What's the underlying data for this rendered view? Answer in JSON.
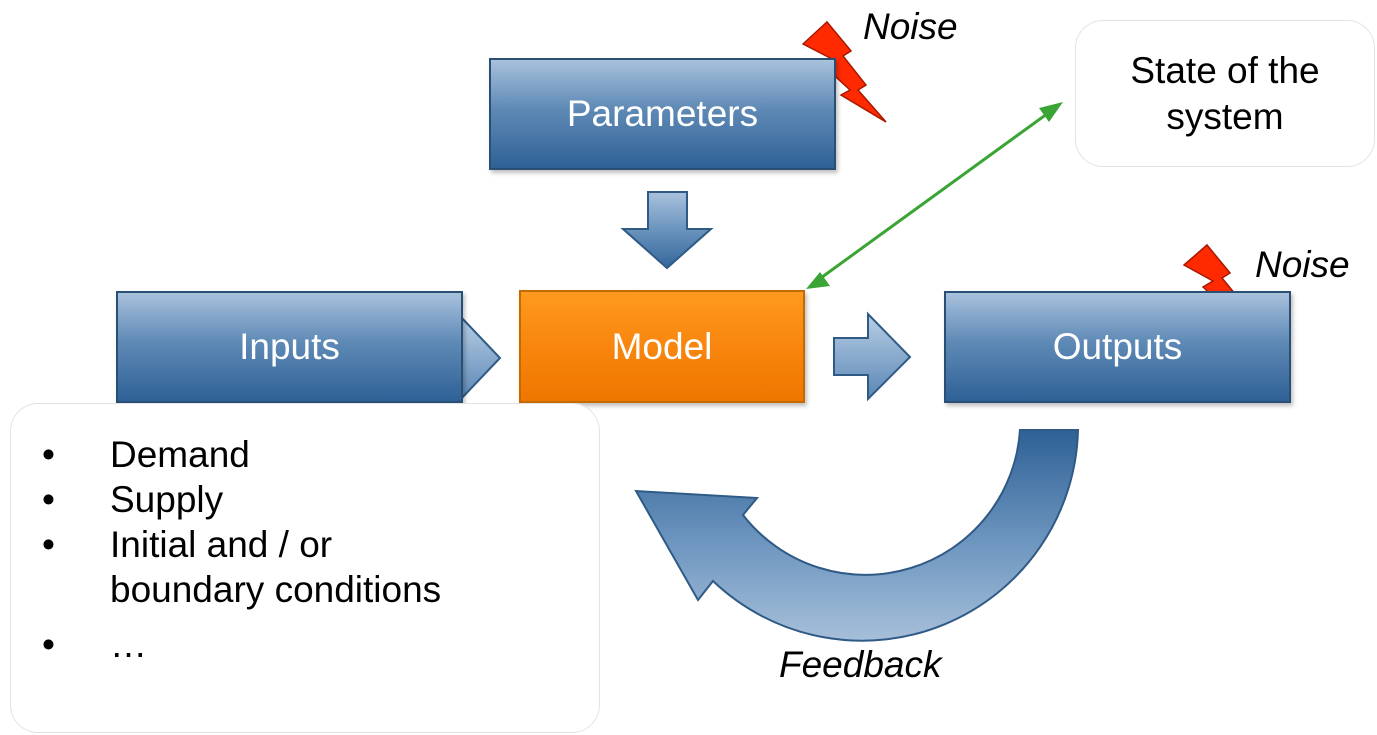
{
  "boxes": {
    "parameters": "Parameters",
    "inputs": "Inputs",
    "model": "Model",
    "outputs": "Outputs"
  },
  "state_callout": {
    "line1": "State of the",
    "line2": "system"
  },
  "noise_label": "Noise",
  "feedback_label": "Feedback",
  "input_list": {
    "bullet": "•",
    "items": [
      "Demand",
      "Supply",
      "Initial and / or",
      "boundary conditions",
      "…"
    ]
  },
  "colors": {
    "box_blue": "#4a77a8",
    "model_orange": "#f7840c",
    "connector_green": "#3aa535",
    "lightning_red": "#ff2a00"
  }
}
